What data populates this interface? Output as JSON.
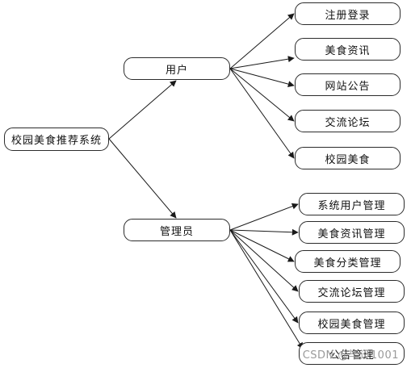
{
  "diagram": {
    "root": {
      "label": "校园美食推荐系统"
    },
    "branches": [
      {
        "label": "用户",
        "children": [
          "注册登录",
          "美食资讯",
          "网站公告",
          "交流论坛",
          "校园美食"
        ]
      },
      {
        "label": "管理员",
        "children": [
          "系统用户管理",
          "美食资讯管理",
          "美食分类管理",
          "交流论坛管理",
          "校园美食管理",
          "公告管理"
        ]
      }
    ]
  },
  "watermark": "CSDN @毕设1001"
}
